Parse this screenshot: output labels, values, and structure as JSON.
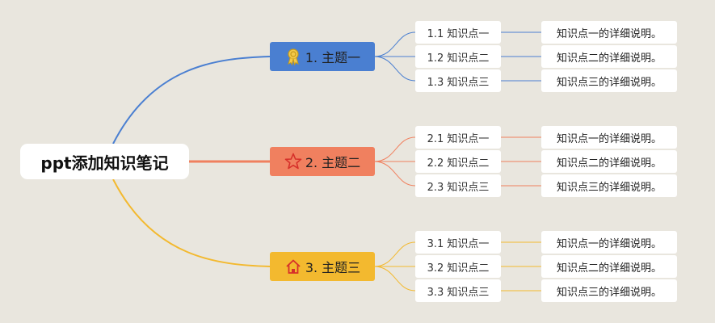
{
  "root": {
    "label": "ppt添加知识笔记"
  },
  "branches": [
    {
      "label": "1. 主题一",
      "color": "#4a7fd1",
      "icon": "award-ribbon-icon",
      "items": [
        {
          "label": "1.1 知识点一",
          "detail": "知识点一的详细说明。"
        },
        {
          "label": "1.2 知识点二",
          "detail": "知识点二的详细说明。"
        },
        {
          "label": "1.3 知识点三",
          "detail": "知识点三的详细说明。"
        }
      ]
    },
    {
      "label": "2. 主题二",
      "color": "#f0805f",
      "icon": "star-icon",
      "items": [
        {
          "label": "2.1 知识点一",
          "detail": "知识点一的详细说明。"
        },
        {
          "label": "2.2 知识点二",
          "detail": "知识点二的详细说明。"
        },
        {
          "label": "2.3 知识点三",
          "detail": "知识点三的详细说明。"
        }
      ]
    },
    {
      "label": "3. 主题三",
      "color": "#f3b92f",
      "icon": "home-icon",
      "items": [
        {
          "label": "3.1 知识点一",
          "detail": "知识点一的详细说明。"
        },
        {
          "label": "3.2 知识点二",
          "detail": "知识点二的详细说明。"
        },
        {
          "label": "3.3 知识点三",
          "detail": "知识点三的详细说明。"
        }
      ]
    }
  ]
}
